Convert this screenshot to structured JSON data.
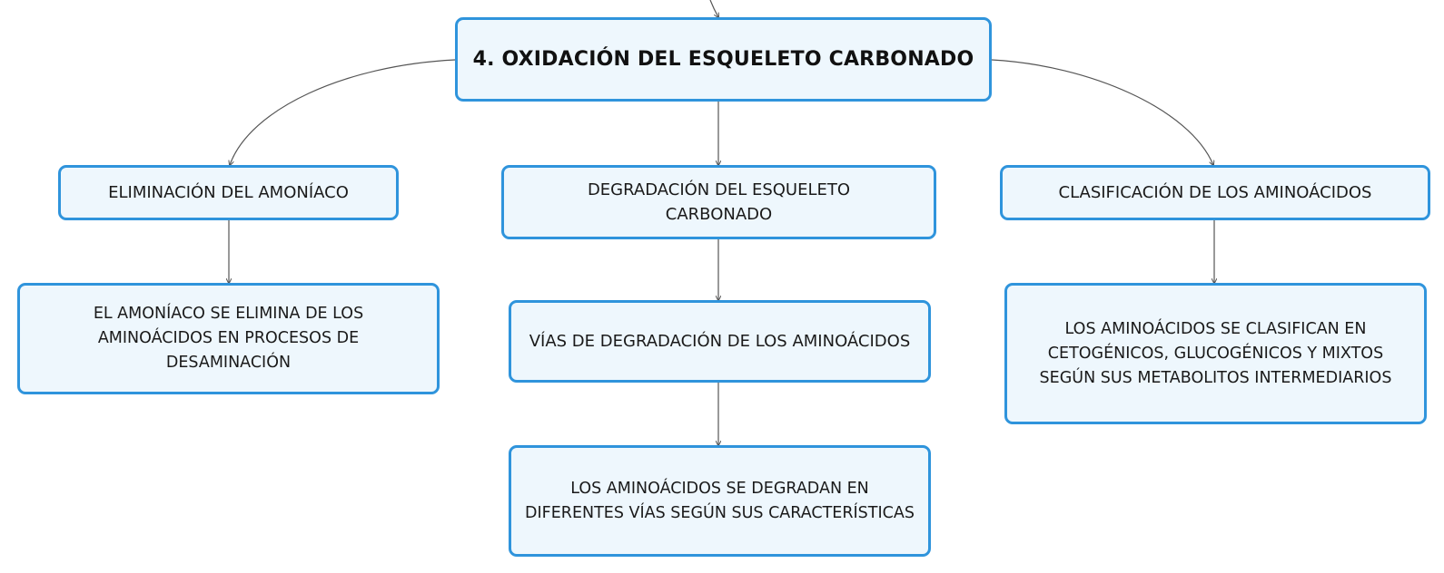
{
  "diagram": {
    "central": "4. OXIDACIÓN DEL ESQUELETO CARBONADO",
    "branches": {
      "eliminacion": {
        "title": "ELIMINACIÓN DEL AMONÍACO",
        "detail": [
          "EL AMONÍACO SE ELIMINA DE LOS",
          "AMINOÁCIDOS EN PROCESOS DE",
          "DESAMINACIÓN"
        ]
      },
      "degradacion": {
        "title": [
          "DEGRADACIÓN DEL ESQUELETO",
          "CARBONADO"
        ],
        "sub": "VÍAS DE DEGRADACIÓN DE LOS AMINOÁCIDOS",
        "detail": [
          "LOS AMINOÁCIDOS SE DEGRADAN EN",
          "DIFERENTES VÍAS SEGÚN SUS CARACTERÍSTICAS"
        ]
      },
      "clasificacion": {
        "title": "CLASIFICACIÓN DE LOS AMINOÁCIDOS",
        "detail": [
          "LOS AMINOÁCIDOS SE CLASIFICAN EN",
          "CETOGÉNICOS, GLUCOGÉNICOS Y MIXTOS",
          "SEGÚN SUS METABOLITOS INTERMEDIARIOS"
        ]
      }
    }
  },
  "colors": {
    "node_border": "#2f94dc",
    "node_fill": "#eef7fd",
    "connector": "#555555"
  }
}
